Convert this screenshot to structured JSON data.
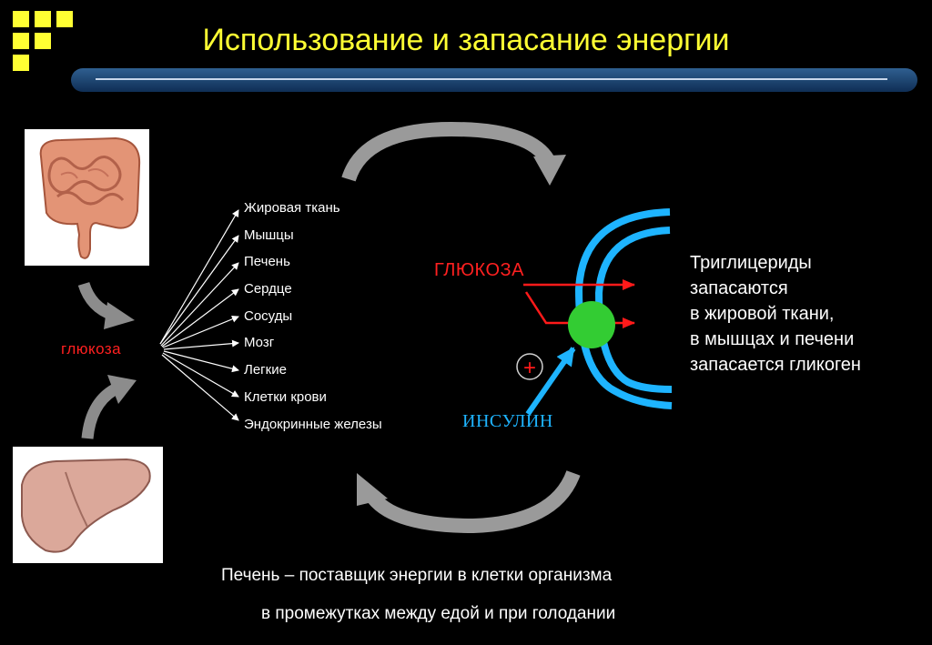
{
  "title": "Использование и запасание энергии",
  "left_glucose_label": "глюкоза",
  "tissues": [
    "Жировая ткань",
    "Мышцы",
    "Печень",
    "Сердце",
    "Сосуды",
    "Мозг",
    "Легкие",
    "Клетки крови",
    "Эндокринные железы"
  ],
  "membrane_glucose_label": "ГЛЮКОЗА",
  "plus_sign": "+",
  "insulin_label": "ИНСУЛИН",
  "storage_text": [
    "Триглицериды",
    "запасаются",
    "в жировой ткани,",
    "в мышцах и печени",
    "запасается гликоген"
  ],
  "footer": {
    "line1": "Печень – поставщик энергии в клетки организма",
    "line2": "в промежутках между едой и при голодании"
  },
  "colors": {
    "title": "#ffff33",
    "glucose": "#ff2020",
    "insulin": "#1eb4ff",
    "receptor": "#33cc33",
    "membrane": "#1eb4ff",
    "cycle_arrow": "#8c8c8c"
  },
  "icons": [
    "intestine-icon",
    "liver-icon",
    "logo-squares-icon"
  ]
}
